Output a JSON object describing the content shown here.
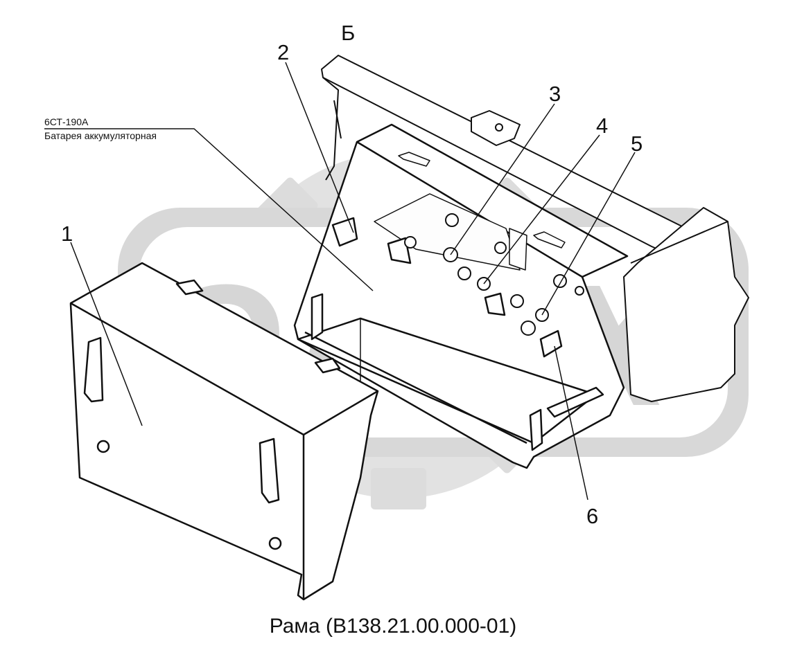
{
  "watermark": {
    "text": "OPEX",
    "color": "#d9d9d9"
  },
  "view_label": "Б",
  "battery": {
    "model": "6СТ-190А",
    "name": "Батарея аккумуляторная"
  },
  "callouts": [
    "1",
    "2",
    "3",
    "4",
    "5",
    "6"
  ],
  "caption": "Рама (В138.21.00.000-01)",
  "colors": {
    "line": "#111111",
    "background": "#ffffff",
    "watermark": "#d9d9d9"
  }
}
